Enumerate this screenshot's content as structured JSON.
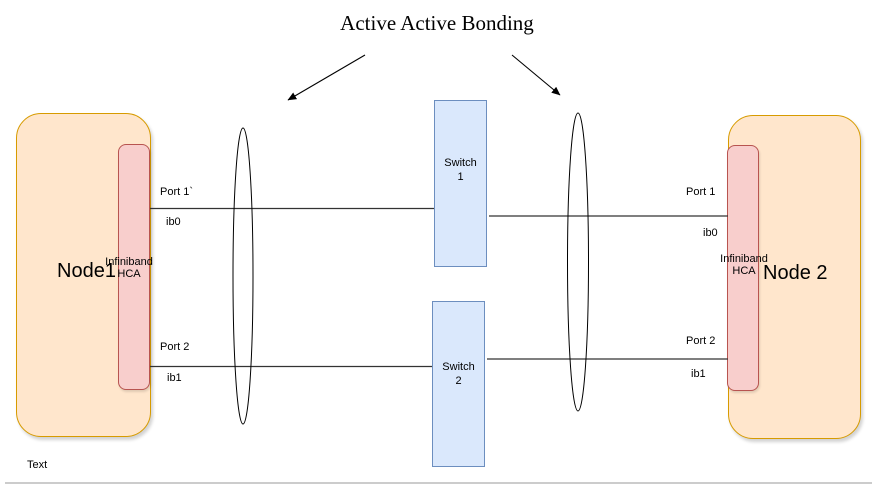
{
  "title": "Active Active Bonding",
  "footer_text": "Text",
  "nodes": [
    {
      "id": "node1",
      "label": "Node1",
      "hca_label": "Infiniband\nHCA",
      "ports": [
        {
          "name": "Port 1`",
          "iface": "ib0"
        },
        {
          "name": "Port 2",
          "iface": "ib1"
        }
      ]
    },
    {
      "id": "node2",
      "label": "Node 2",
      "hca_label": "Infiniband\nHCA",
      "ports": [
        {
          "name": "Port 1",
          "iface": "ib0"
        },
        {
          "name": "Port 2",
          "iface": "ib1"
        }
      ]
    }
  ],
  "switches": [
    {
      "label": "Switch\n1"
    },
    {
      "label": "Switch\n2"
    }
  ],
  "connections": [
    {
      "from": "Node1 ib0",
      "to": "Switch 1",
      "then": "Node 2 ib0"
    },
    {
      "from": "Node1 ib1",
      "to": "Switch 2",
      "then": "Node 2 ib1"
    }
  ],
  "colors": {
    "node_fill": "#FFE6CC",
    "node_border": "#D79B00",
    "hca_fill": "#F8CECC",
    "hca_border": "#B85450",
    "switch_fill": "#DAE8FC",
    "switch_border": "#6C8EBF",
    "connector": "#333333",
    "divider": "#CCCCCC",
    "text": "#000000"
  }
}
